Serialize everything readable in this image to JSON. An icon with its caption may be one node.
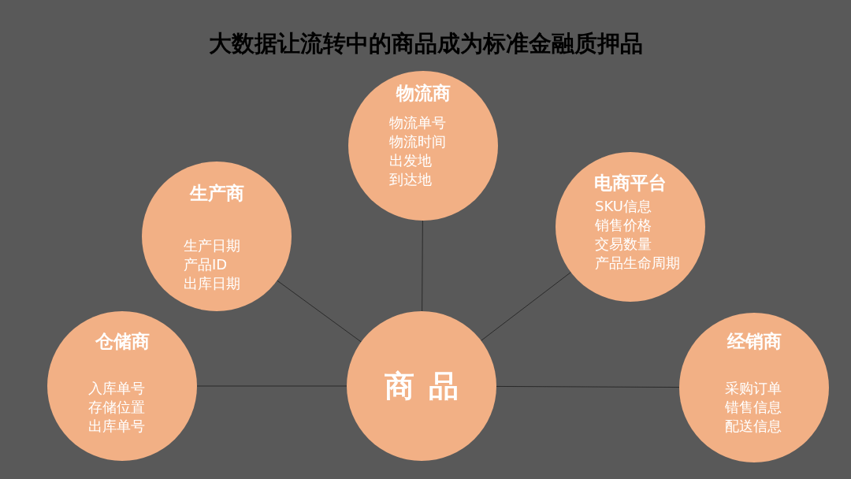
{
  "diagram": {
    "title": "大数据让流转中的商品成为标准金融质押品",
    "nodes": [
      {
        "text": [
          "物流商",
          "物流单号",
          "物流时间",
          "出发地",
          "到达地"
        ]
      },
      {
        "text": [
          "生产商",
          "生产日期",
          "产品ID",
          "出库日期"
        ]
      },
      {
        "text": [
          "电商平台",
          "SKU信息",
          "销售价格",
          "交易数量",
          "产品生命周期"
        ]
      },
      {
        "text": [
          "仓储商",
          "入库单号",
          "存储位置",
          "出库单号"
        ]
      },
      {
        "text": [
          "商品"
        ]
      },
      {
        "text": [
          "经销商",
          "采购订单",
          "错售信息",
          "配送信息"
        ]
      }
    ],
    "edges": [
      {
        "from": 4,
        "to": 0,
        "arrow": "none"
      },
      {
        "from": 4,
        "to": 1,
        "arrow": "none"
      },
      {
        "from": 4,
        "to": 2,
        "arrow": "none"
      },
      {
        "from": 4,
        "to": 3,
        "arrow": "none"
      },
      {
        "from": 4,
        "to": 5,
        "arrow": "none"
      }
    ]
  }
}
